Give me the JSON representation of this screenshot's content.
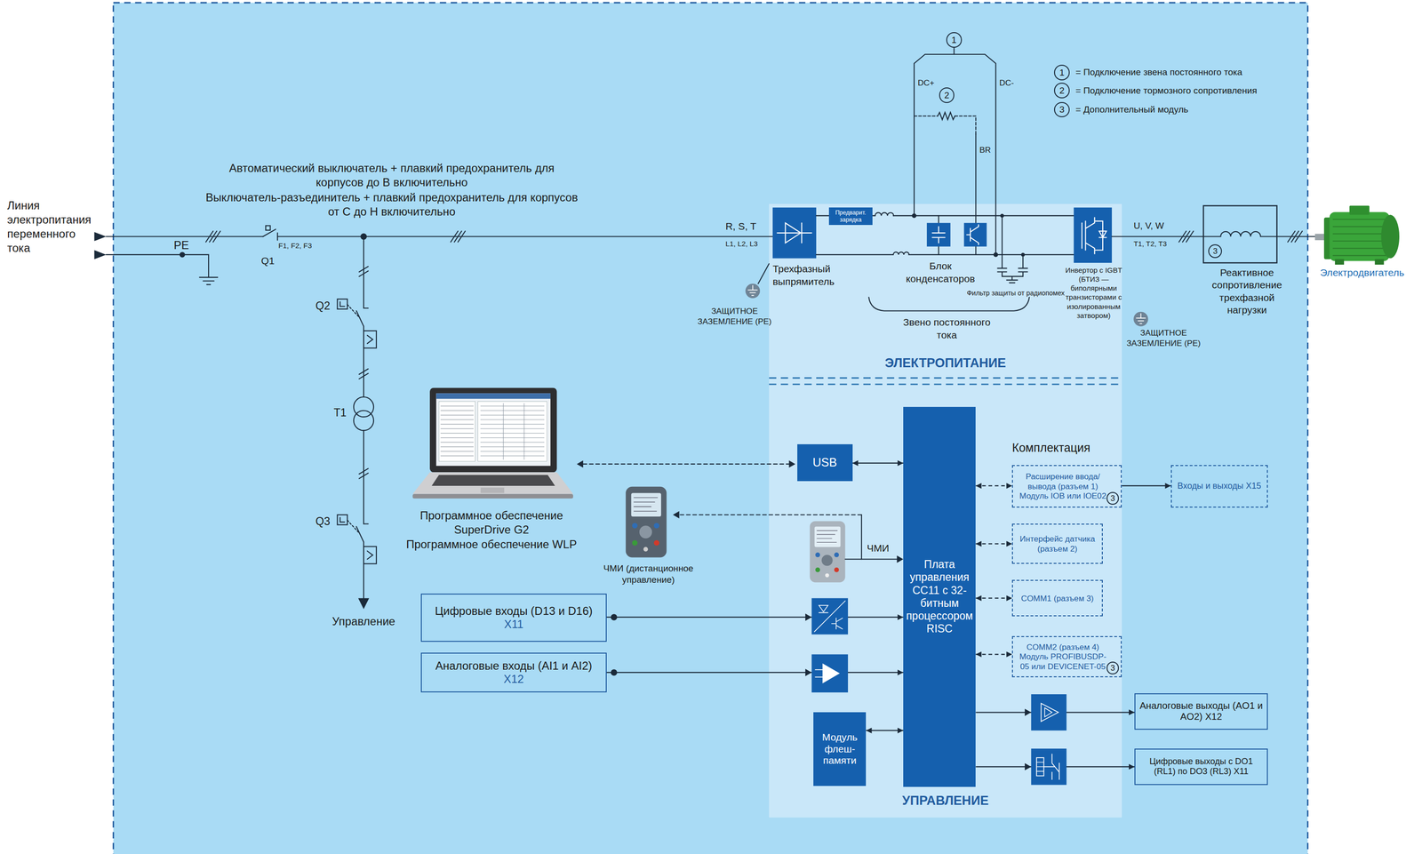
{
  "diagram": {
    "nodes": [
      {
        "text": [
          "ЭЛЕКТРОПИТАНИЕ"
        ]
      },
      {
        "text": [
          "Предварит. зарядка"
        ],
        "in": 0
      },
      {
        "text": [
          "УПРАВЛЕНИЕ"
        ]
      },
      {
        "text": [
          "USB"
        ],
        "in": 2
      },
      {
        "text": [
          "Плата управления CC11 с 32-битным процессором RISC"
        ],
        "in": 2
      },
      {
        "text": [
          "Расширение ввода/вывода (разъем 1) Модуль IOB или IOE02"
        ],
        "in": 2
      },
      {
        "text": [
          "Входы и выходы X15"
        ]
      },
      {
        "text": [
          "Интерфейс датчика (разъем 2)"
        ],
        "in": 2
      },
      {
        "text": [
          "COMM1 (разъем 3)"
        ],
        "in": 2
      },
      {
        "text": [
          "COMM2 (разъем 4) Модуль PROFIBUSDP-05 или DEVICENET-05"
        ],
        "in": 2
      },
      {
        "text": [
          "Цифровые входы (D13 и D16)",
          "X11"
        ]
      },
      {
        "text": [
          "Аналоговые входы (AI1 и AI2)",
          "X12"
        ]
      },
      {
        "text": [
          "Модуль флеш-памяти"
        ],
        "in": 2
      },
      {
        "text": [
          "Аналоговые выходы (AO1 и AO2) X12"
        ]
      },
      {
        "text": [
          "Цифровые выходы с DO1 (RL1) по DO3 (RL3) X11"
        ]
      }
    ],
    "edges": [
      {
        "from": 3,
        "to": 4,
        "arrow": "both"
      },
      {
        "from": 4,
        "to": 5,
        "arrow": "both"
      },
      {
        "from": 5,
        "to": 6,
        "arrow": "to"
      },
      {
        "from": 4,
        "to": 7,
        "arrow": "both"
      },
      {
        "from": 4,
        "to": 8,
        "arrow": "both"
      },
      {
        "from": 4,
        "to": 9,
        "arrow": "both"
      },
      {
        "from": 10,
        "to": 4,
        "arrow": "to"
      },
      {
        "from": 11,
        "to": 4,
        "arrow": "to"
      },
      {
        "from": 12,
        "to": 4,
        "arrow": "both"
      },
      {
        "from": 4,
        "to": 13,
        "arrow": "to"
      },
      {
        "from": 4,
        "to": 14,
        "arrow": "to"
      }
    ],
    "labels": [
      "Линия электропитания переменного тока",
      "PE",
      "Автоматический выключатель + плавкий предохранитель для корпусов до B включительно",
      "Выключатель-разъединитель + плавкий предохранитель для корпусов от C до H включительно",
      "F1, F2, F3",
      "Q1",
      "Q2",
      "T1",
      "Q3",
      "Управление",
      "R, S, T",
      "L1, L2, L3",
      "Трехфазный выпрямитель",
      "ЗАЩИТНОЕ ЗАЗЕМЛЕНИЕ (PE)",
      "1",
      "DC+",
      "DC-",
      "2",
      "BR",
      "Блок конденсаторов",
      "Фильтр защиты от радиопомех",
      "Звено постоянного тока",
      "Инвертор с IGBT (БТИЗ — биполярными транзисторами с изолированным затвором)",
      "ЗАЩИТНОЕ ЗАЗЕМЛЕНИЕ (PE)",
      "U, V, W",
      "T1, T2, T3",
      "3",
      "Реактивное сопротивление трехфазной нагрузки",
      "Электродвигатель",
      "1",
      "2",
      "3",
      "Программное обеспечение SuperDrive G2",
      "Программное обеспечение WLP",
      "ЧМИ (дистанционное управление)",
      "ЧМИ",
      "Комплектация",
      "3",
      "3"
    ],
    "legend": [
      {
        "text": "= Подключение звена постоянного тока"
      },
      {
        "text": "= Подключение тормозного сопротивления"
      },
      {
        "text": "= Дополнительный модуль"
      }
    ]
  }
}
